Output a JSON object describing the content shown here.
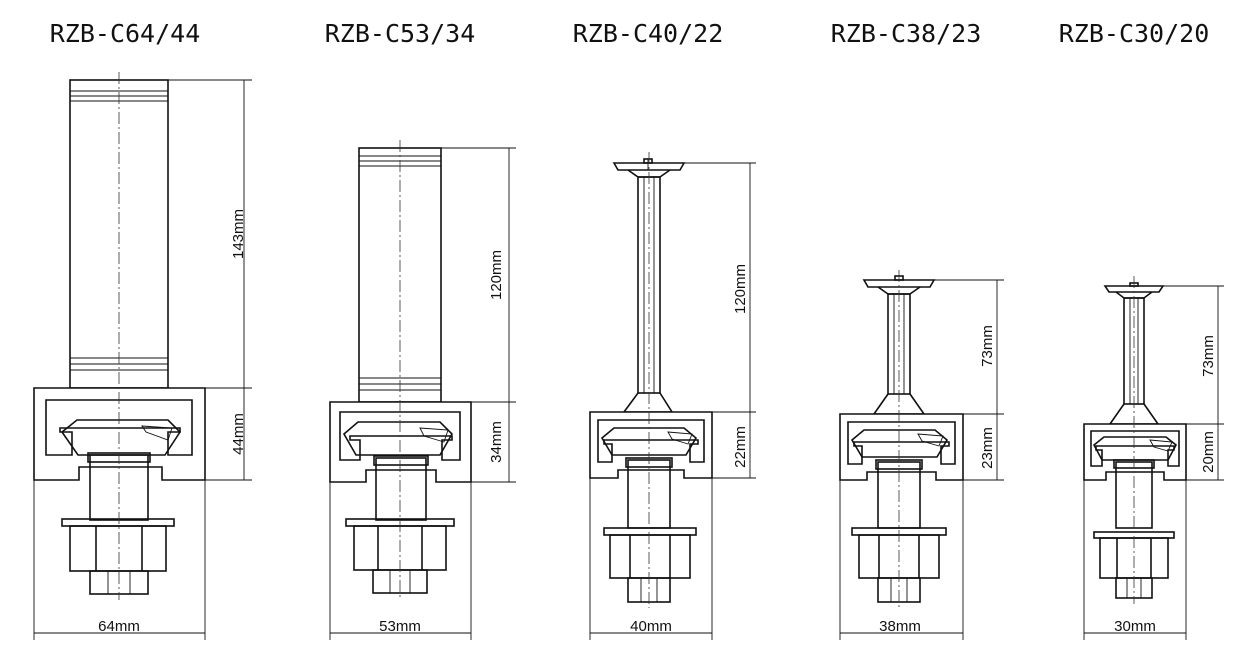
{
  "models": [
    {
      "model": "RZB-C64/44",
      "body_height": "143mm",
      "clamp_height": "44mm",
      "width": "64mm"
    },
    {
      "model": "RZB-C53/34",
      "body_height": "120mm",
      "clamp_height": "34mm",
      "width": "53mm"
    },
    {
      "model": "RZB-C40/22",
      "body_height": "120mm",
      "clamp_height": "22mm",
      "width": "40mm"
    },
    {
      "model": "RZB-C38/23",
      "body_height": "73mm",
      "clamp_height": "23mm",
      "width": "38mm"
    },
    {
      "model": "RZB-C30/20",
      "body_height": "73mm",
      "clamp_height": "20mm",
      "width": "30mm"
    }
  ]
}
